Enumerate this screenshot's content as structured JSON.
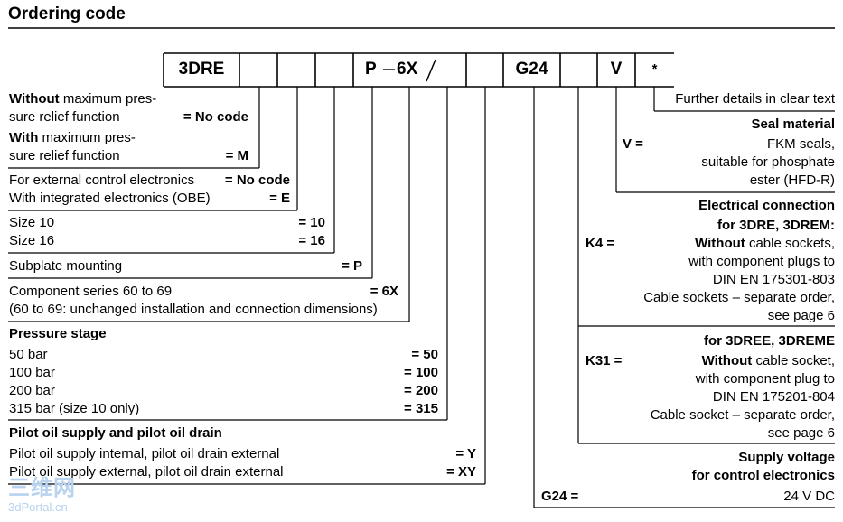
{
  "title": "Ordering code",
  "code": {
    "c1": "3DRE",
    "p": "P",
    "dash": "–",
    "series": "6X",
    "slash": "/",
    "g24": "G24",
    "v": "V",
    "star": "*"
  },
  "further": "Further details in clear text",
  "relief": {
    "l1b": "Without",
    "l1r": " maximum pres-",
    "l2": "sure relief function",
    "v1": "= No code",
    "l3b": "With",
    "l3r": " maximum pres-",
    "l4": "sure relief function",
    "v2": "= M"
  },
  "electronics": {
    "l1": "For external control electronics",
    "v1": "= No code",
    "l2": "With integrated electronics (OBE)",
    "v2": "= E"
  },
  "size": {
    "l1": "Size 10",
    "v1": "= 10",
    "l2": "Size 16",
    "v2": "= 16"
  },
  "subplate": {
    "l1": "Subplate mounting",
    "v1": "= P"
  },
  "series": {
    "l1": "Component series 60 to 69",
    "v1": "= 6X",
    "l2": "(60 to 69: unchanged installation and connection dimensions)"
  },
  "pressure": {
    "heading": "Pressure stage",
    "rows": [
      {
        "label": "50 bar",
        "value": "= 50"
      },
      {
        "label": "100 bar",
        "value": "= 100"
      },
      {
        "label": "200 bar",
        "value": "= 200"
      },
      {
        "label": "315 bar (size 10 only)",
        "value": "= 315"
      }
    ]
  },
  "pilot": {
    "heading": "Pilot oil supply and pilot oil drain",
    "l1": "Pilot oil supply internal, pilot oil drain external",
    "v1": "= Y",
    "l2": "Pilot oil supply external, pilot oil drain external",
    "v2": "= XY"
  },
  "seal": {
    "heading": "Seal material",
    "key": "V =",
    "l1": "FKM seals,",
    "l2": "suitable for phosphate",
    "l3": "ester (HFD-R)"
  },
  "electrical": {
    "h1": "Electrical connection",
    "h2": "for 3DRE, 3DREM:",
    "k4": "K4 =",
    "a1b": "Without",
    "a1r": " cable sockets,",
    "a2": "with component plugs to",
    "a3": "DIN EN 175301-803",
    "a4": "Cable sockets – separate order,",
    "a5": "see page 6",
    "h3": "for 3DREE, 3DREME",
    "k31": "K31 =",
    "b1b": "Without",
    "b1r": " cable socket,",
    "b2": "with component plug to",
    "b3": "DIN EN 175201-804",
    "b4": "Cable socket – separate order,",
    "b5": "see page 6"
  },
  "supply": {
    "h1": "Supply voltage",
    "h2": "for control electronics",
    "key": "G24 =",
    "value": "24 V DC"
  },
  "watermark": {
    "cn": "三维网",
    "en": "3dPortal.cn"
  }
}
